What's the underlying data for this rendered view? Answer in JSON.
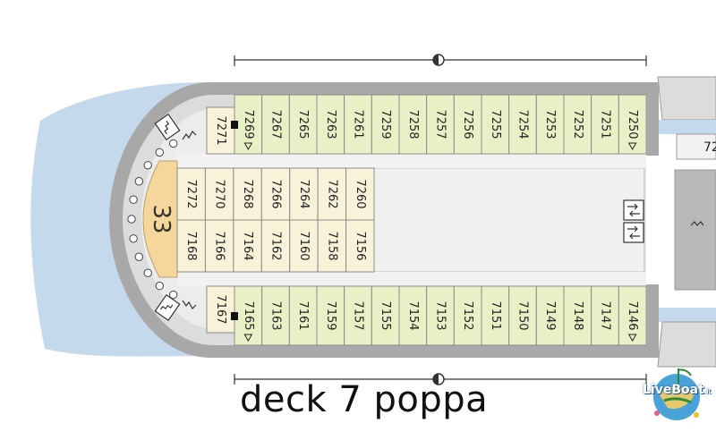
{
  "diagram": {
    "caption": "deck 7 poppa",
    "stair_number": "33",
    "partial_cabin_label": "72",
    "cabins": {
      "top_row": [
        "7271",
        "7269",
        "7267",
        "7265",
        "7263",
        "7261",
        "7259",
        "7258",
        "7257",
        "7256",
        "7255",
        "7254",
        "7253",
        "7252",
        "7251",
        "7250"
      ],
      "inner_upper": [
        "7272",
        "7270",
        "7268",
        "7266",
        "7264",
        "7262",
        "7260"
      ],
      "inner_lower": [
        "7168",
        "7166",
        "7164",
        "7162",
        "7160",
        "7158",
        "7156"
      ],
      "bottom_row": [
        "7167",
        "7165",
        "7163",
        "7161",
        "7159",
        "7157",
        "7155",
        "7154",
        "7153",
        "7152",
        "7151",
        "7150",
        "7149",
        "7148",
        "7147",
        "7146"
      ]
    },
    "cabin_markers": {
      "triangle": [
        "7269",
        "7250",
        "7165",
        "7146"
      ],
      "square": [
        "7269",
        "7165"
      ]
    },
    "colors": {
      "water": "#c5d9ec",
      "cabin_green": "#e9f0c6",
      "cabin_cream": "#f7f2d8",
      "stair_orange": "#f5d69b",
      "hull_grey": "#a8a8a8",
      "corridor": "#ebebeb"
    },
    "icons": [
      "accessible-cabin-triangle-icon",
      "connecting-door-square-icon",
      "elevator-icon",
      "stairs-icon",
      "porthole-icon",
      "half-circle-dimension-icon"
    ]
  },
  "logo": {
    "text_main": "LiveB",
    "text_boat": "oat",
    "text_suffix": ".it"
  }
}
